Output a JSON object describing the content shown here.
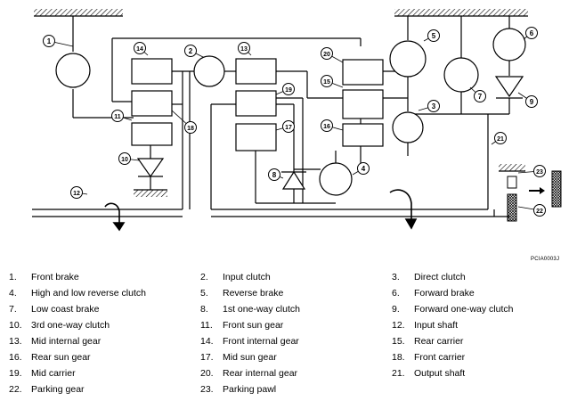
{
  "figure_code": "PCIA0003J",
  "callouts": [
    "1",
    "2",
    "3",
    "4",
    "5",
    "6",
    "7",
    "8",
    "9",
    "10",
    "11",
    "12",
    "13",
    "14",
    "15",
    "16",
    "17",
    "18",
    "19",
    "20",
    "21",
    "22",
    "23"
  ],
  "legend": [
    {
      "num": "1.",
      "label": "Front brake"
    },
    {
      "num": "2.",
      "label": "Input clutch"
    },
    {
      "num": "3.",
      "label": "Direct clutch"
    },
    {
      "num": "4.",
      "label": "High and low reverse clutch"
    },
    {
      "num": "5.",
      "label": "Reverse brake"
    },
    {
      "num": "6.",
      "label": "Forward brake"
    },
    {
      "num": "7.",
      "label": "Low coast brake"
    },
    {
      "num": "8.",
      "label": "1st one-way clutch"
    },
    {
      "num": "9.",
      "label": "Forward one-way clutch"
    },
    {
      "num": "10.",
      "label": "3rd one-way clutch"
    },
    {
      "num": "11.",
      "label": "Front sun gear"
    },
    {
      "num": "12.",
      "label": "Input shaft"
    },
    {
      "num": "13.",
      "label": "Mid internal gear"
    },
    {
      "num": "14.",
      "label": "Front internal gear"
    },
    {
      "num": "15.",
      "label": "Rear carrier"
    },
    {
      "num": "16.",
      "label": "Rear sun gear"
    },
    {
      "num": "17.",
      "label": "Mid sun gear"
    },
    {
      "num": "18.",
      "label": "Front carrier"
    },
    {
      "num": "19.",
      "label": "Mid carrier"
    },
    {
      "num": "20.",
      "label": "Rear internal gear"
    },
    {
      "num": "21.",
      "label": "Output shaft"
    },
    {
      "num": "22.",
      "label": "Parking gear"
    },
    {
      "num": "23.",
      "label": "Parking pawl"
    }
  ]
}
